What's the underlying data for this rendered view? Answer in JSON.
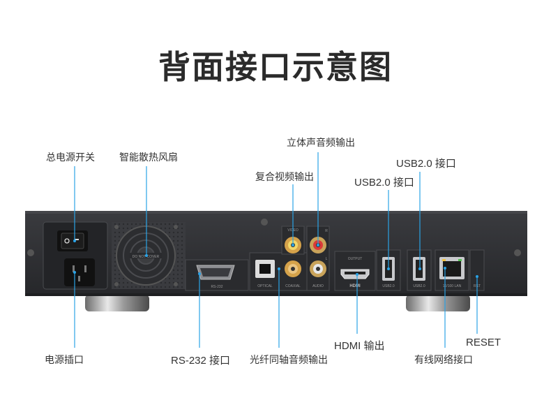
{
  "title": "背面接口示意图",
  "labels": {
    "power_switch": "总电源开关",
    "cooling_fan": "智能散热风扇",
    "stereo_audio_out": "立体声音频输出",
    "composite_video_out": "复合视频输出",
    "usb_1": "USB2.0 接口",
    "usb_2": "USB2.0 接口",
    "power_socket": "电源插口",
    "rs232": "RS-232 接口",
    "optical_coaxial": "光纤同轴音频输出",
    "hdmi_out": "HDMI 输出",
    "reset": "RESET",
    "ethernet": "有线网络接口"
  },
  "panel_text": {
    "fan": "DO NOT COVER",
    "rs232": "RS-232",
    "optical": "OPTICAL",
    "coaxial": "COAXIAL",
    "audio": "AUDIO",
    "video": "VIDEO",
    "r": "R",
    "l": "L",
    "output": "OUTPUT",
    "hdmi": "HDMI",
    "usb1": "USB2.0",
    "usb2": "USB2.0",
    "lan": "10/100 LAN",
    "rst": "RST"
  },
  "colors": {
    "line": "#2aa3e6",
    "panel": "#2e2f33",
    "title": "#2b2b2b"
  }
}
